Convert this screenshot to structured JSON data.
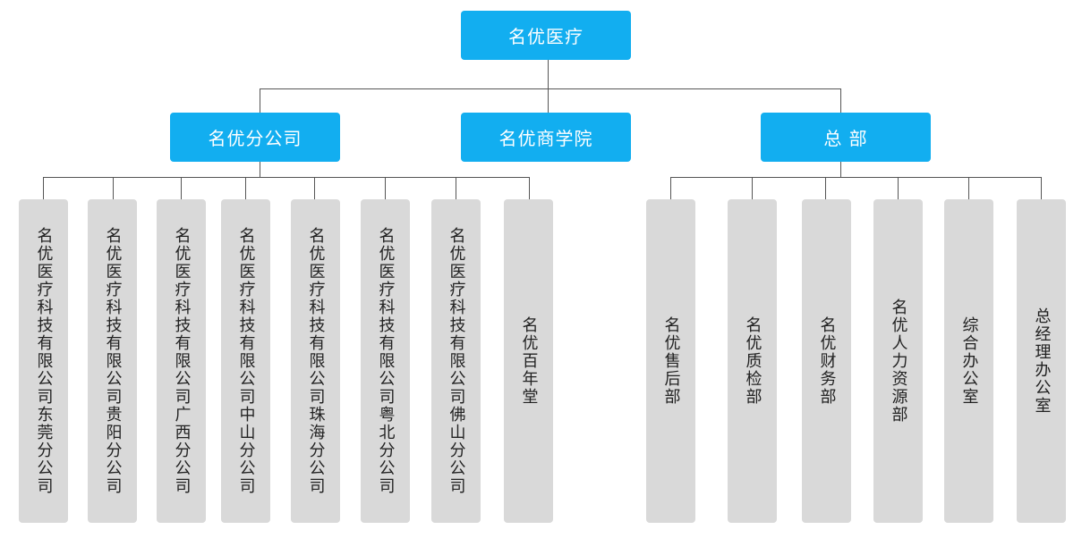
{
  "root": {
    "label": "名优医疗"
  },
  "branches": [
    {
      "label": "名优分公司",
      "children": [
        "名优医疗科技有限公司东莞分公司",
        "名优医疗科技有限公司贵阳分公司",
        "名优医疗科技有限公司广西分公司",
        "名优医疗科技有限公司中山分公司",
        "名优医疗科技有限公司珠海分公司",
        "名优医疗科技有限公司粤北分公司",
        "名优医疗科技有限公司佛山分公司",
        "名优百年堂"
      ]
    },
    {
      "label": "名优商学院",
      "children": []
    },
    {
      "label": "总 部",
      "children": [
        "名优售后部",
        "名优质检部",
        "名优财务部",
        "名优人力资源部",
        "综合办公室",
        "总经理办公室"
      ]
    }
  ],
  "colors": {
    "primary_node": "#12aef0",
    "leaf_node": "#d9d9d9",
    "connector": "#555555"
  }
}
